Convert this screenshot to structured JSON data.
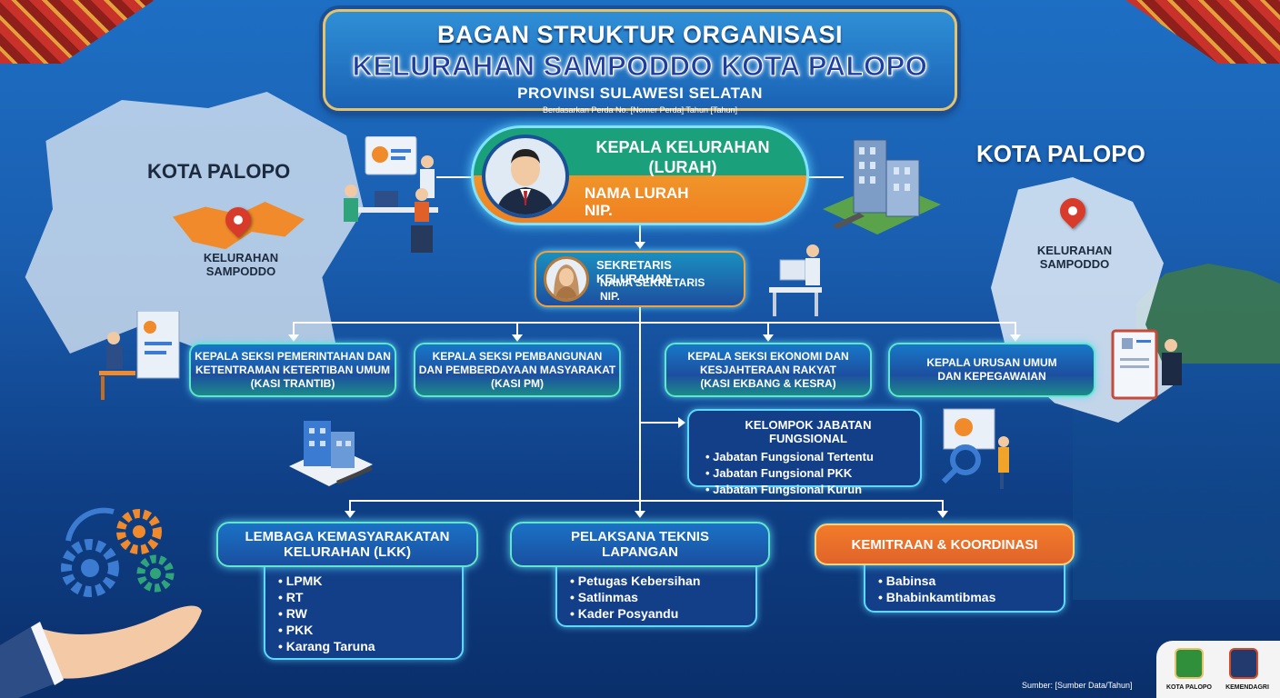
{
  "title": {
    "line1": "BAGAN STRUKTUR ORGANISASI",
    "line2": "KELURAHAN SAMPODDO KOTA PALOPO",
    "line3": "PROVINSI SULAWESI SELATAN",
    "basis": "Berdasarkan Perda No. [Nomer Perda] Tahun [Tahun]"
  },
  "map_left": {
    "title": "KOTA PALOPO",
    "label": "KELURAHAN\nSAMPODDO"
  },
  "map_right": {
    "title": "KOTA PALOPO",
    "label": "KELURAHAN\nSAMPODDO"
  },
  "lurah": {
    "role": "KEPALA KELURAHAN\n(LURAH)",
    "name": "NAMA LURAH",
    "nip": "NIP."
  },
  "sekretaris": {
    "role": "SEKRETARIS KELURAHAN",
    "name": "NAMA SEKRETARIS",
    "nip": "NIP."
  },
  "kasi": [
    "KEPALA SEKSI PEMERINTAHAN DAN\nKETENTRAMAN KETERTIBAN UMUM\n(KASI TRANTIB)",
    "KEPALA SEKSI PEMBANGUNAN\nDAN PEMBERDAYAAN MASYARAKAT\n(KASI PM)",
    "KEPALA SEKSI EKONOMI DAN\nKESJAHTERAAN RAKYAT\n(KASI EKBANG & KESRA)",
    "KEPALA URUSAN UMUM\nDAN KEPEGAWAIAN"
  ],
  "fungsional": {
    "title": "KELOMPOK JABATAN FUNGSIONAL",
    "items": [
      "Jabatan Fungsional Tertentu",
      "Jabatan Fungsional PKK",
      "Jabatan Fungsional Kurun"
    ]
  },
  "lkk": {
    "title": "LEMBAGA KEMASYARAKATAN\nKELURAHAN (LKK)",
    "items": [
      "LPMK",
      "RT",
      "RW",
      "PKK",
      "Karang Taruna"
    ]
  },
  "pelaksana": {
    "title": "PELAKSANA TEKNIS\nLAPANGAN",
    "items": [
      "Petugas Kebersihan",
      "Satlinmas",
      "Kader Posyandu"
    ]
  },
  "kemitraan": {
    "title": "KEMITRAAN & KOORDINASI",
    "items": [
      "Babinsa",
      "Bhabinkamtibmas"
    ]
  },
  "source": "Sumber: [Sumber Data/Tahun]",
  "logos": {
    "left": "KOTA PALOPO",
    "right": "KEMENDAGRI"
  },
  "colors": {
    "accent_orange": "#f08a2a",
    "accent_teal": "#1aa07a",
    "frame_gold": "#e4c36a"
  }
}
